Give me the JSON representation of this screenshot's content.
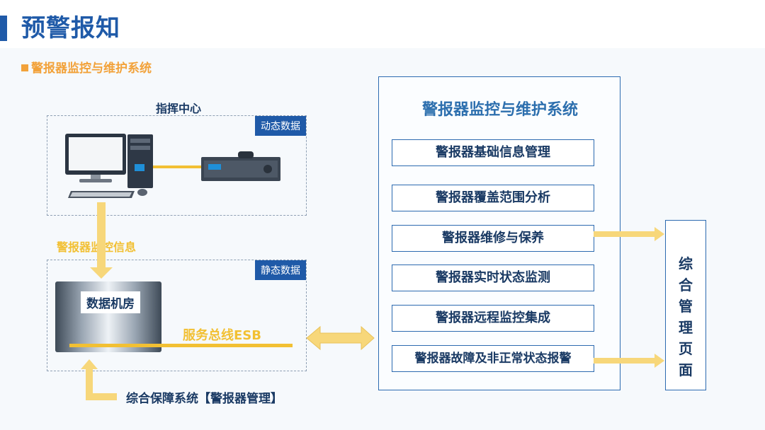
{
  "header": {
    "title": "预警报知"
  },
  "section": {
    "label": "警报器监控与维护系统"
  },
  "command_center": {
    "label": "指挥中心",
    "tag": "动态数据"
  },
  "flow": {
    "monitor_info": "警报器监控信息"
  },
  "static_area": {
    "tag": "静态数据",
    "datacenter_label": "数据机房",
    "bus_label": "服务总线ESB"
  },
  "support_system": {
    "label": "综合保障系统【警报器管理】"
  },
  "system_panel": {
    "title": "警报器监控与维护系统",
    "items": [
      "警报器基础信息管理",
      "警报器覆盖范围分析",
      "警报器维修与保养",
      "警报器实时状态监测",
      "警报器远程监控集成",
      "警报器故障及非正常状态报警"
    ]
  },
  "mgmt_panel": {
    "label": "综\n合\n管\n理\n页\n面"
  },
  "colors": {
    "brand_blue": "#1f5aa8",
    "arrow_gold": "#f2c033",
    "accent_orange": "#f2a23a",
    "dark_text": "#1a3a64"
  }
}
